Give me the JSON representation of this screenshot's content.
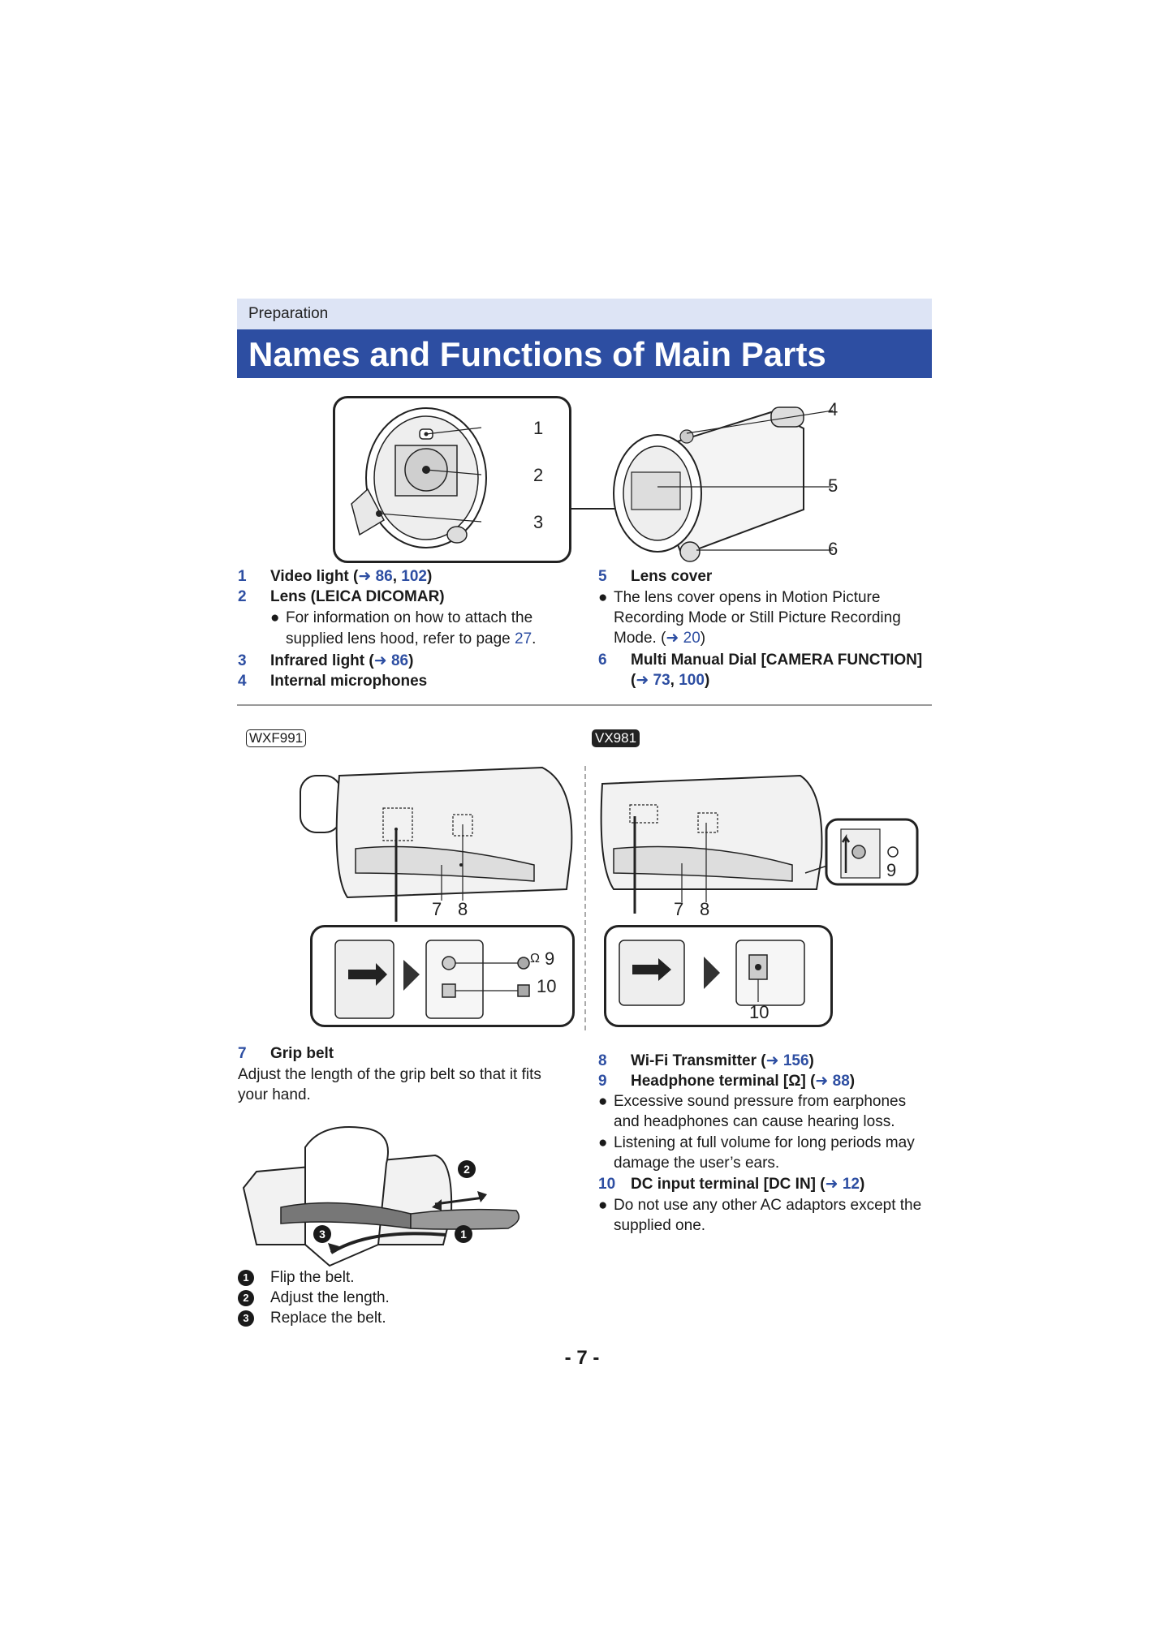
{
  "header": {
    "section": "Preparation",
    "title": "Names and Functions of Main Parts"
  },
  "top_figure": {
    "callouts": [
      "1",
      "2",
      "3",
      "4",
      "5",
      "6"
    ]
  },
  "parts_left": [
    {
      "num": "1",
      "label_pre": "Video light (",
      "arrow": "➜",
      "links": [
        "86",
        "102"
      ],
      "label_post": ")"
    },
    {
      "num": "2",
      "label": "Lens (LEICA DICOMAR)"
    },
    {
      "bullet": "For information on how to attach the",
      "bullet2_pre": "supplied lens hood, refer to page ",
      "bullet2_link": "27",
      "bullet2_post": "."
    },
    {
      "num": "3",
      "label_pre": "Infrared light (",
      "arrow": "➜",
      "links": [
        "86"
      ],
      "label_post": ")"
    },
    {
      "num": "4",
      "label": "Internal microphones"
    }
  ],
  "parts_right": {
    "item5": {
      "num": "5",
      "label": "Lens cover"
    },
    "item5_bullet": [
      "The lens cover opens in Motion Picture",
      "Recording Mode or Still Picture Recording",
      "Mode. ("
    ],
    "item5_link": "20",
    "item6": {
      "num": "6",
      "label": "Multi Manual Dial [CAMERA FUNCTION]"
    },
    "item6_links": [
      "73",
      "100"
    ]
  },
  "models": {
    "left": "WXF991",
    "right": "VX981"
  },
  "mid_callouts": {
    "left_7": "7",
    "left_8": "8",
    "left_9": "9",
    "left_10": "10",
    "right_7": "7",
    "right_8": "8",
    "right_9": "9",
    "right_10": "10"
  },
  "grip": {
    "num": "7",
    "label": "Grip belt",
    "desc": [
      "Adjust the length of the grip belt so that it fits",
      "your hand."
    ],
    "steps": [
      {
        "mark": "1",
        "text": "Flip the belt."
      },
      {
        "mark": "2",
        "text": "Adjust the length."
      },
      {
        "mark": "3",
        "text": "Replace the belt."
      }
    ]
  },
  "parts_right_lower": {
    "item8": {
      "num": "8",
      "label": "Wi-Fi Transmitter (",
      "link": "156"
    },
    "item9": {
      "num": "9",
      "label_pre": "Headphone terminal [",
      "label_post": "] (",
      "link": "88"
    },
    "item9_bullets": [
      [
        "Excessive sound pressure from earphones",
        "and headphones can cause hearing loss."
      ],
      [
        "Listening at full volume for long periods may",
        "damage the user’s ears."
      ]
    ],
    "item10": {
      "num": "10",
      "label": "DC input terminal [DC IN] (",
      "link": "12"
    },
    "item10_bullet": [
      "Do not use any other AC adaptors except the",
      "supplied one."
    ]
  },
  "footer": {
    "page": "- 7 -"
  },
  "colors": {
    "accent": "#2d4ea2",
    "band": "#dde4f5"
  }
}
